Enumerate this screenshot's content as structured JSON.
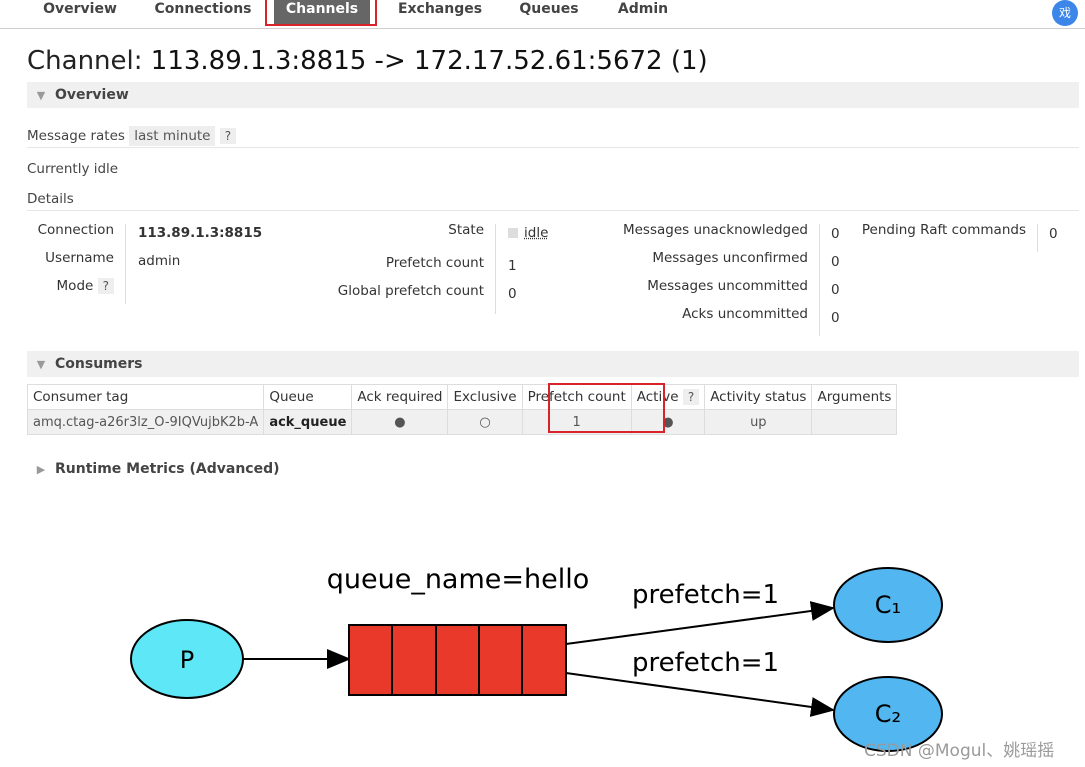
{
  "nav": {
    "tabs": [
      {
        "label": "Overview"
      },
      {
        "label": "Connections"
      },
      {
        "label": "Channels"
      },
      {
        "label": "Exchanges"
      },
      {
        "label": "Queues"
      },
      {
        "label": "Admin"
      }
    ],
    "selected": "Channels",
    "avatar_glyph": "戏"
  },
  "page": {
    "title_prefix": "Channel: ",
    "title_main": "113.89.1.3:8815 -> 172.17.52.61:5672 (1)"
  },
  "overview": {
    "header": "Overview",
    "message_rates_label": "Message rates",
    "message_rates_value": "last minute",
    "help": "?",
    "status": "Currently idle",
    "details_label": "Details"
  },
  "details": {
    "connection_label": "Connection",
    "connection_value": "113.89.1.3:8815",
    "username_label": "Username",
    "username_value": "admin",
    "mode_label": "Mode",
    "mode_help": "?",
    "state_label": "State",
    "state_value": "idle",
    "prefetch_label": "Prefetch count",
    "prefetch_value": "1",
    "global_prefetch_label": "Global prefetch count",
    "global_prefetch_value": "0",
    "unacked_label": "Messages unacknowledged",
    "unacked_value": "0",
    "unconfirmed_label": "Messages unconfirmed",
    "unconfirmed_value": "0",
    "uncommitted_label": "Messages uncommitted",
    "uncommitted_value": "0",
    "acks_uncommitted_label": "Acks uncommitted",
    "acks_uncommitted_value": "0",
    "pending_raft_label": "Pending Raft commands",
    "pending_raft_value": "0"
  },
  "consumers": {
    "header": "Consumers",
    "columns": [
      "Consumer tag",
      "Queue",
      "Ack required",
      "Exclusive",
      "Prefetch count",
      "Active",
      "Activity status",
      "Arguments"
    ],
    "active_help": "?",
    "rows": [
      {
        "consumer_tag": "amq.ctag-a26r3lz_O-9IQVujbK2b-A",
        "queue": "ack_queue",
        "ack_required": "●",
        "exclusive": "○",
        "prefetch_count": "1",
        "active": "●",
        "activity_status": "up",
        "arguments": ""
      }
    ]
  },
  "runtime": {
    "header": "Runtime Metrics (Advanced)"
  },
  "diagram": {
    "queue_label": "queue_name=hello",
    "producer": "P",
    "consumer1": "C₁",
    "consumer2": "C₂",
    "prefetch1": "prefetch=1",
    "prefetch2": "prefetch=1",
    "producer_color": "#5ee7f7",
    "queue_color": "#e8392b",
    "consumer_color": "#52b6f0"
  },
  "watermark": "CSDN @Mogul、姚瑶摇"
}
